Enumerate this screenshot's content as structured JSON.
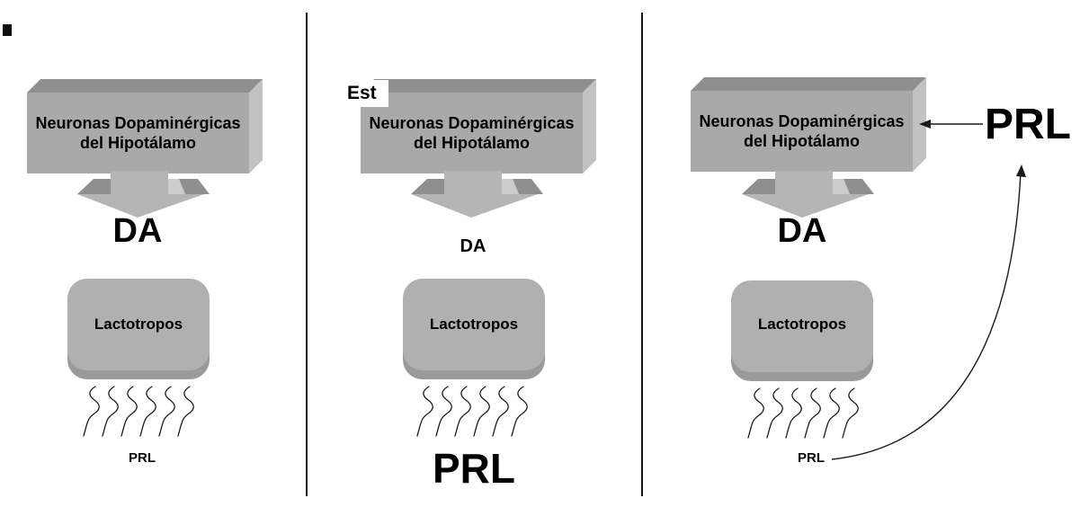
{
  "colors": {
    "box_front": "#a9a9a9",
    "box_top": "#8f8f8f",
    "box_side": "#c2c2c2",
    "arrow_body": "#b5b5b5",
    "arrow_dark_facet": "#8f8f8f",
    "arrow_light_facet": "#cdcdcd",
    "cell_body": "#b0b0b0",
    "cell_bevel": "#9a9a9a",
    "line": "#1a1a1a"
  },
  "panel1": {
    "neurons_label": "Neuronas Dopaminérgicas\ndel Hipotálamo",
    "da_label": "DA",
    "cell_label": "Lactotropos",
    "prl_label": "PRL"
  },
  "panel2": {
    "est_label": "Est",
    "neurons_label": "Neuronas Dopaminérgicas\ndel Hipotálamo",
    "da_label": "DA",
    "cell_label": "Lactotropos",
    "prl_label": "PRL"
  },
  "panel3": {
    "neurons_label": "Neuronas Dopaminérgicas\ndel Hipotálamo",
    "da_label": "DA",
    "cell_label": "Lactotropos",
    "prl_label": "PRL",
    "feedback_prl_label": "PRL"
  }
}
